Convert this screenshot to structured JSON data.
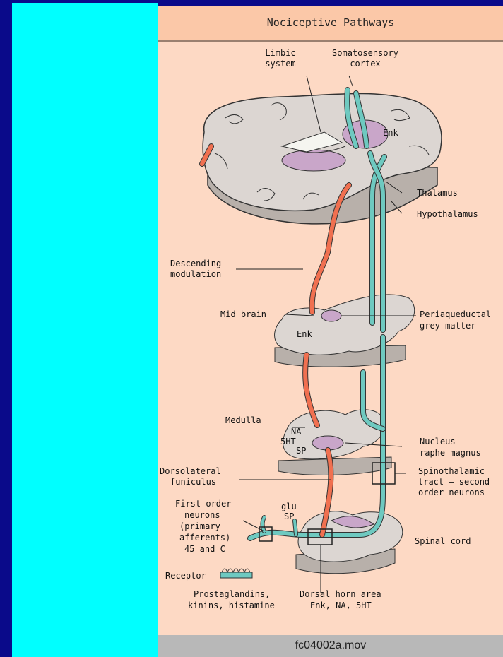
{
  "title": "Nociceptive Pathways",
  "caption": "fc04002a.mov",
  "colors": {
    "background": "#0a0a8a",
    "panel": "#00ffff",
    "figure_bg": "#fdd9c4",
    "ascending": "#6ec9c0",
    "descending": "#f07050",
    "nucleus": "#c9a6c9"
  },
  "labels": {
    "limbic_1": "Limbic",
    "limbic_2": "system",
    "somato_1": "Somatosensory",
    "somato_2": "cortex",
    "enk_top": "Enk",
    "thalamus": "Thalamus",
    "hypothalamus": "Hypothalamus",
    "descending_1": "Descending",
    "descending_2": "modulation",
    "midbrain": "Mid brain",
    "pag_1": "Periaqueductal",
    "pag_2": "grey matter",
    "enk_mid": "Enk",
    "medulla": "Medulla",
    "na": "NA",
    "five_ht": "5HT",
    "sp": "SP",
    "nrm_1": "Nucleus",
    "nrm_2": "raphe magnus",
    "dlf_1": "Dorsolateral",
    "dlf_2": "funiculus",
    "stt_1": "Spinothalamic",
    "stt_2": "tract – second",
    "stt_3": "order neurons",
    "first_1": "First order",
    "first_2": "neurons",
    "first_3": "(primary",
    "first_4": "afferents)",
    "first_5": "45 and C",
    "glu": "glu",
    "sp2": "SP",
    "spinal": "Spinal cord",
    "receptor": "Receptor",
    "prosta_1": "Prostaglandins,",
    "prosta_2": "kinins, histamine",
    "dorsal_1": "Dorsal horn area",
    "dorsal_2": "Enk, NA, 5HT"
  }
}
